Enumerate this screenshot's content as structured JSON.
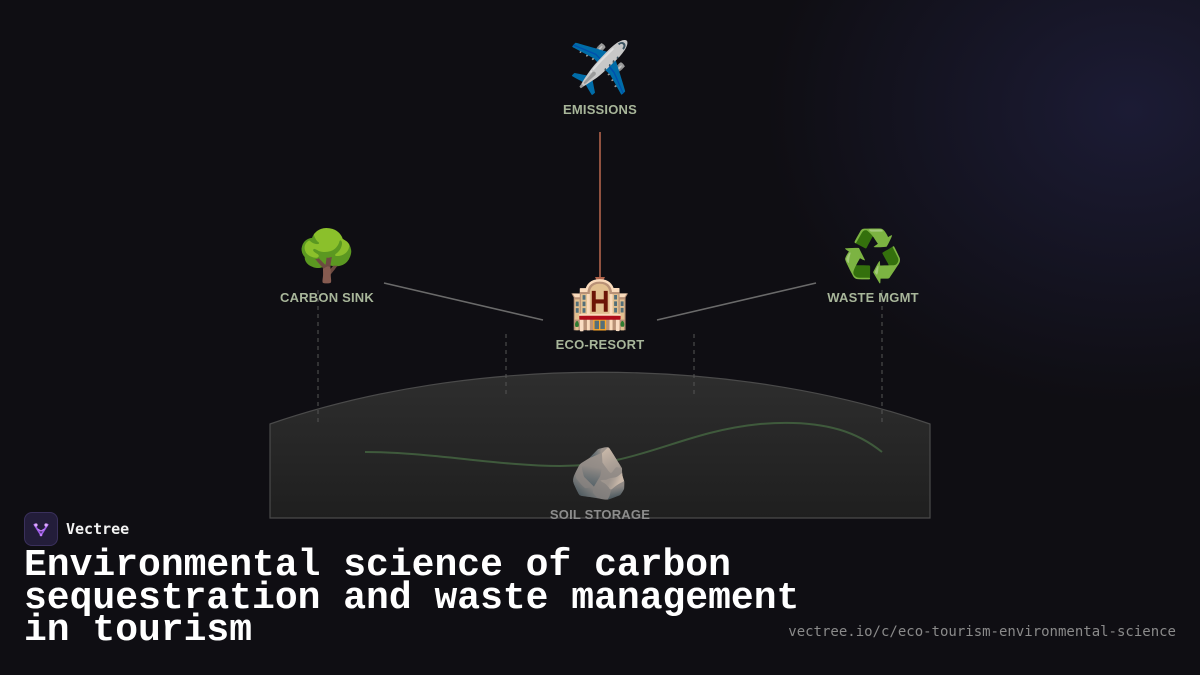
{
  "brand": {
    "name": "Vectree",
    "logo_icon": "vectree-logo-icon"
  },
  "headline": "Environmental science of carbon sequestration and waste management in tourism",
  "url": "vectree.io/c/eco-tourism-environmental-science",
  "diagram": {
    "nodes": {
      "emissions": {
        "icon": "airplane-icon",
        "emoji": "✈️",
        "label": "EMISSIONS"
      },
      "carbon_sink": {
        "icon": "tree-icon",
        "emoji": "🌳",
        "label": "CARBON SINK"
      },
      "eco_resort": {
        "icon": "hotel-icon",
        "emoji": "🏨",
        "label": "ECO-RESORT"
      },
      "waste_mgmt": {
        "icon": "recycle-icon",
        "emoji": "♻️",
        "label": "WASTE MGMT"
      },
      "soil_storage": {
        "icon": "rock-icon",
        "emoji": "🪨",
        "label": "SOIL STORAGE"
      }
    },
    "colors": {
      "emission_arrow": "#b0644c",
      "connector": "#6a6a6a",
      "ground_fill": "#2b2b2b",
      "root_line": "#3f5a3c",
      "label": "#a8b69a",
      "background": "#0f0e13"
    }
  }
}
